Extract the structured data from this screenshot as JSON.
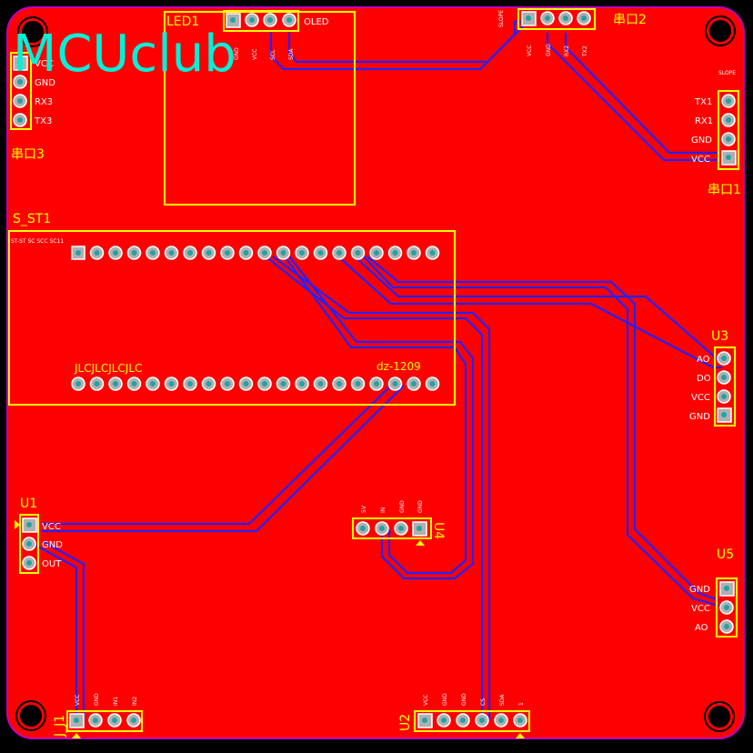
{
  "watermark": "MCUclub",
  "components": {
    "led1": {
      "ref": "LED1",
      "name": "OLED",
      "pins": [
        "GND",
        "VCC",
        "SCL",
        "SDA"
      ]
    },
    "port2": {
      "ref": "串口2",
      "pins": [
        "VCC",
        "GND",
        "RX2",
        "TX2"
      ],
      "tag": "SLOPE"
    },
    "port3": {
      "ref": "串口3",
      "pins": [
        "VCC",
        "GND",
        "RX3",
        "TX3"
      ]
    },
    "port1": {
      "ref": "串口1",
      "pins": [
        "TX1",
        "RX1",
        "GND",
        "VCC"
      ],
      "tag": "SLOPE"
    },
    "sst1": {
      "ref": "S_ST1",
      "top_left_text": "ST-ST SC SCC SC11",
      "bottom_text": "JLCJLCJLCJLC",
      "part": "dz-1209"
    },
    "u3": {
      "ref": "U3",
      "pins": [
        "AO",
        "DO",
        "VCC",
        "GND"
      ]
    },
    "u1": {
      "ref": "U1",
      "pins": [
        "VCC",
        "GND",
        "OUT"
      ]
    },
    "u4": {
      "ref": "U4",
      "pins": [
        "5V",
        "IN",
        "GND",
        "GND"
      ]
    },
    "u5": {
      "ref": "U5",
      "pins": [
        "GND",
        "VCC",
        "AO"
      ]
    },
    "j1": {
      "ref": "J_J1",
      "pins": [
        "VCC",
        "GND",
        "IN1",
        "IN2"
      ]
    },
    "u2": {
      "ref": "U2",
      "pins": [
        "VCC",
        "GND",
        "GND",
        "CS",
        "SDA",
        "1"
      ]
    }
  }
}
